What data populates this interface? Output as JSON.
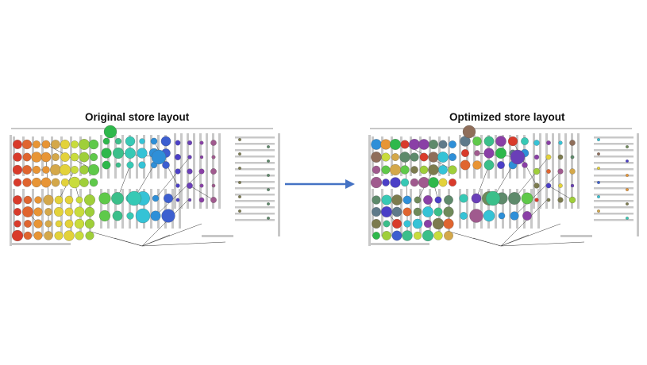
{
  "panels": [
    {
      "id": "original",
      "title": "Original store layout"
    },
    {
      "id": "optimized",
      "title": "Optimized store layout"
    }
  ],
  "colors": {
    "arrow": "#4472c4",
    "shelf": "#c8c8c8",
    "edge": "#333333",
    "node_palette": [
      "#d93b2b",
      "#e0652f",
      "#e89535",
      "#d4a84a",
      "#e3d23a",
      "#c9dc3c",
      "#9fcf3a",
      "#5fc94a",
      "#2eb84b",
      "#3bbf8a",
      "#37c9b5",
      "#35c3d6",
      "#2e8fd8",
      "#3d5fd0",
      "#4b3fc7",
      "#6a3fb8",
      "#8a3fa6",
      "#a05a8e",
      "#8f6e5a",
      "#7c7b4e",
      "#6f8a5a",
      "#5e8a6b",
      "#5f7a8a"
    ]
  },
  "icons": {
    "arrow": "right-arrow-icon"
  }
}
